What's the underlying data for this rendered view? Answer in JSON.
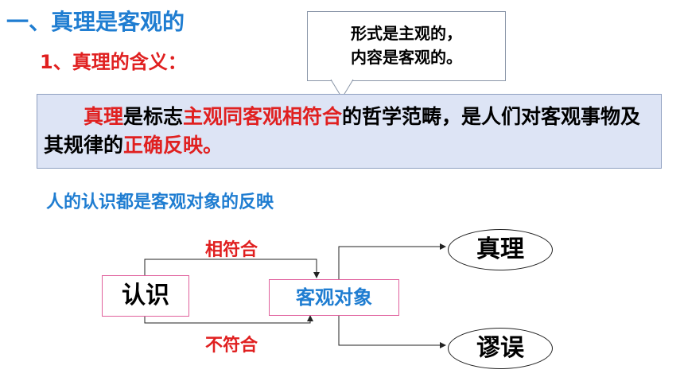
{
  "heading": {
    "section": "一、真理是客观的",
    "subsection": "1、真理的含义："
  },
  "callout": {
    "line1": "形式是主观的，",
    "line2": "内容是客观的。"
  },
  "definition": {
    "p1": "真理",
    "p2": "是标志",
    "p3": "主观同客观相符合",
    "p4": "的哲学范畴，是人们对客观事物及其规律的",
    "p5": "正确反映。"
  },
  "sub_heading": "人的认识都是客观对象的反映",
  "diagram": {
    "source": "认识",
    "target": "客观对象",
    "match_label": "相符合",
    "mismatch_label": "不符合",
    "outcome_true": "真理",
    "outcome_false": "谬误"
  },
  "colors": {
    "blue": "#1f7dd1",
    "red": "#e02020",
    "box_fill": "#dde4f5"
  }
}
